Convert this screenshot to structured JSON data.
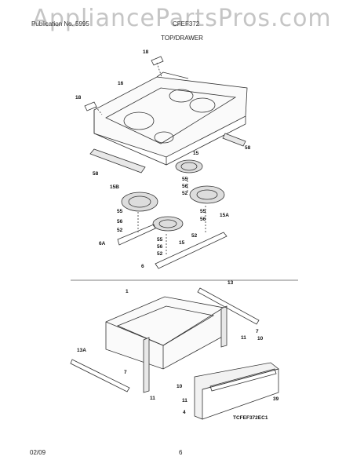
{
  "watermark": "AppliancePartsPros.com",
  "header": {
    "left": "Publication No. 5995",
    "right": "CFEF372"
  },
  "section_title": "TOP/DRAWER",
  "callouts": [
    "18",
    "16",
    "18",
    "58",
    "15",
    "55",
    "56",
    "52",
    "58",
    "15B",
    "55",
    "56",
    "52",
    "55",
    "56",
    "52",
    "15A",
    "6A",
    "55",
    "56",
    "52",
    "15",
    "6",
    "13",
    "1",
    "7",
    "10",
    "11",
    "11",
    "13A",
    "7",
    "10",
    "11",
    "4",
    "39"
  ],
  "diagram_code": "TCFEF372EC1",
  "footer": {
    "date": "02/09",
    "page": "6"
  }
}
